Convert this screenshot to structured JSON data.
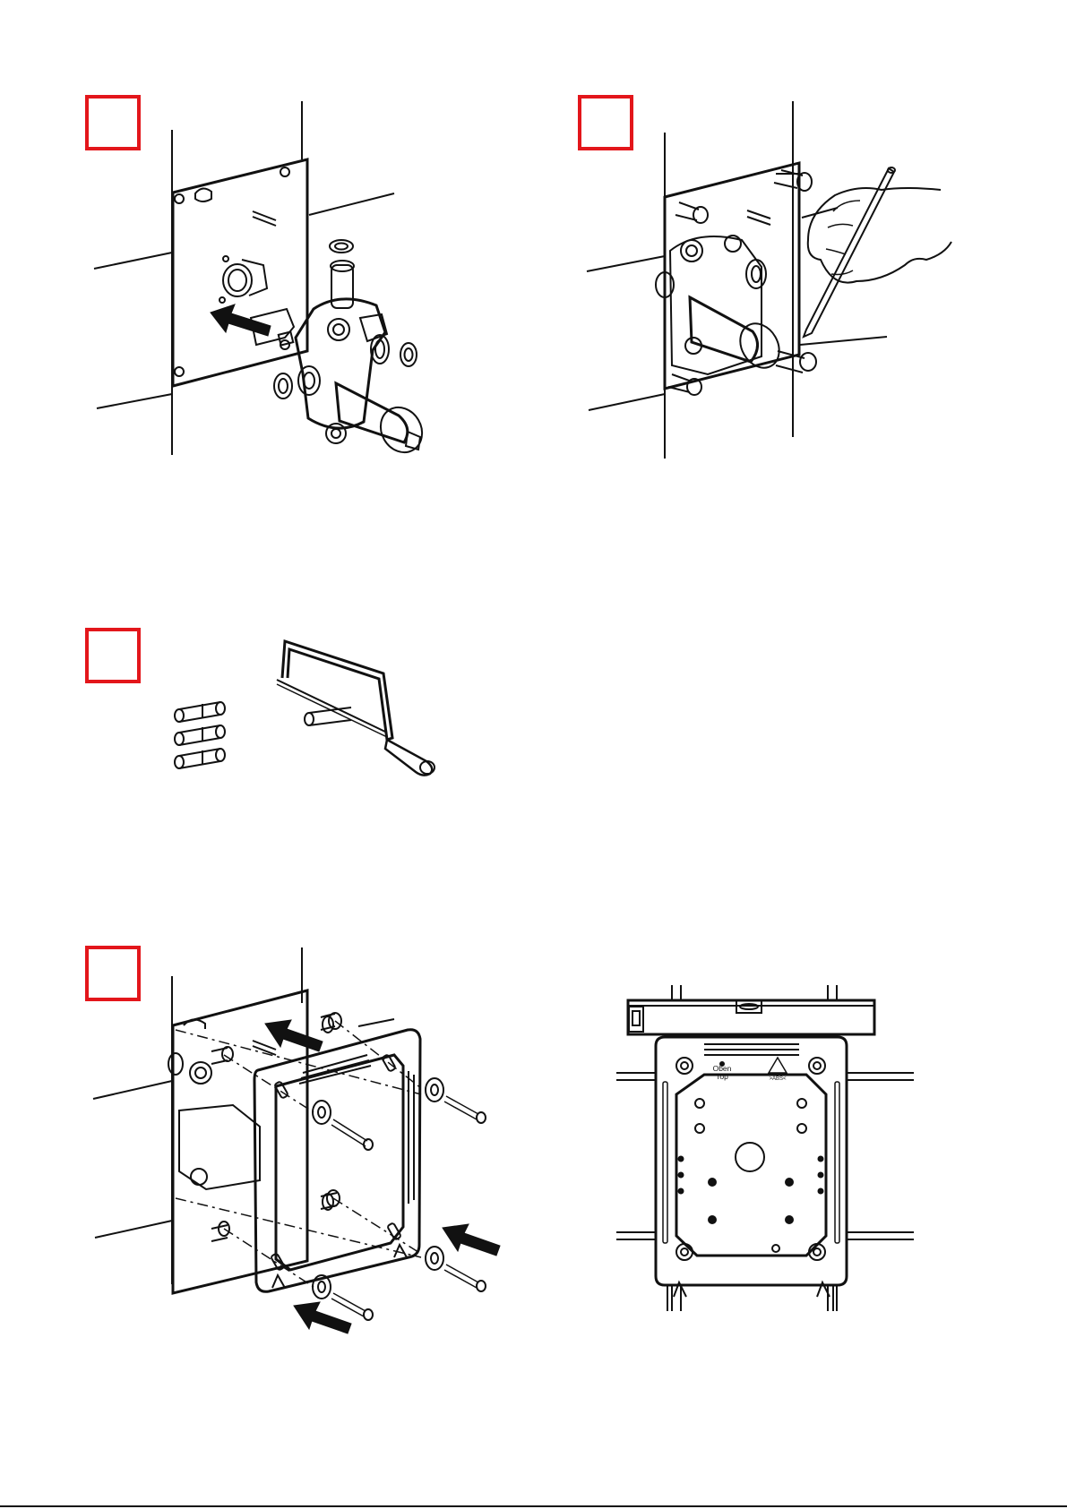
{
  "steps": [
    {
      "id": "step-1",
      "number": ""
    },
    {
      "id": "step-2",
      "number": ""
    },
    {
      "id": "step-3",
      "number": ""
    },
    {
      "id": "step-4",
      "number": ""
    }
  ],
  "frame_labels": {
    "line1": "Oben",
    "line2": "Top",
    "marking": ">ABS<"
  },
  "colors": {
    "step_box": "#e3161b",
    "line": "#111111",
    "background": "#ffffff"
  }
}
